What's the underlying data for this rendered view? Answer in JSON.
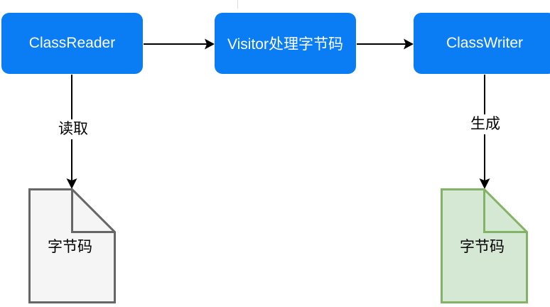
{
  "nodes": {
    "reader": "ClassReader",
    "visitor": "Visitor处理字节码",
    "writer": "ClassWriter"
  },
  "edges": {
    "read_label": "读取",
    "generate_label": "生成"
  },
  "documents": {
    "input_label": "字节码",
    "output_label": "字节码"
  },
  "colors": {
    "node_fill": "#0a7cf4",
    "node_text": "#ffffff",
    "input_doc_fill": "#f5f5f5",
    "input_doc_stroke": "#666666",
    "output_doc_fill": "#d5e8d4",
    "output_doc_stroke": "#82b366",
    "arrow": "#000000"
  }
}
